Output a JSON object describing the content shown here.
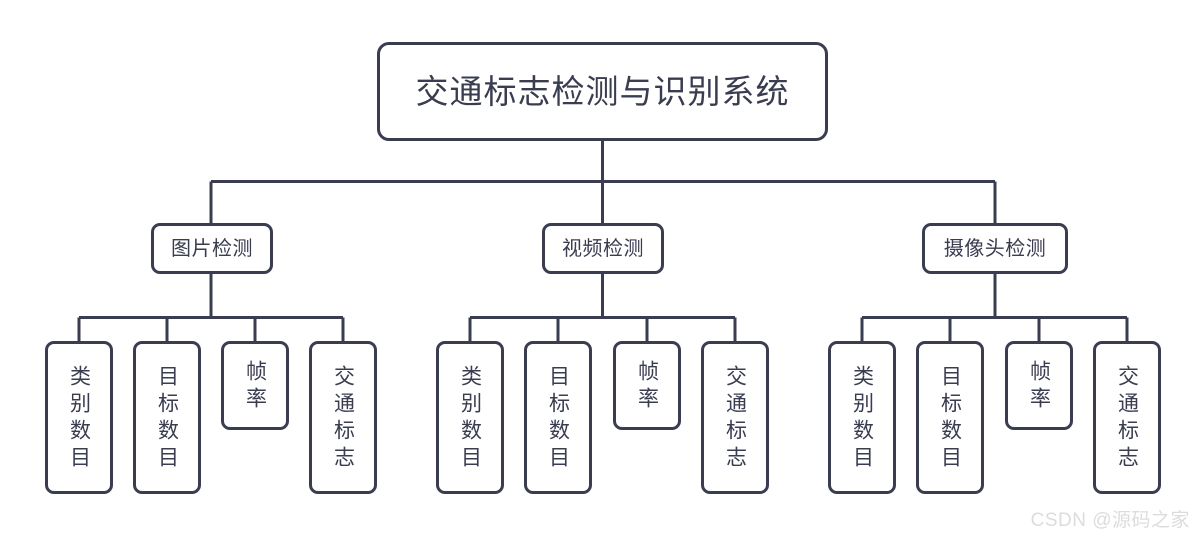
{
  "diagram": {
    "title_node": {
      "label": "交通标志检测与识别系统"
    },
    "branches": [
      {
        "id": "image-detection",
        "label": "图片检测",
        "leaves": [
          {
            "id": "category-count",
            "label": "类别数目",
            "size": "tall"
          },
          {
            "id": "target-count",
            "label": "目标数目",
            "size": "tall"
          },
          {
            "id": "frame-rate",
            "label": "帧率",
            "size": "short"
          },
          {
            "id": "traffic-sign",
            "label": "交通标志",
            "size": "tall"
          }
        ]
      },
      {
        "id": "video-detection",
        "label": "视频检测",
        "leaves": [
          {
            "id": "category-count",
            "label": "类别数目",
            "size": "tall"
          },
          {
            "id": "target-count",
            "label": "目标数目",
            "size": "tall"
          },
          {
            "id": "frame-rate",
            "label": "帧率",
            "size": "short"
          },
          {
            "id": "traffic-sign",
            "label": "交通标志",
            "size": "tall"
          }
        ]
      },
      {
        "id": "camera-detection",
        "label": "摄像头检测",
        "leaves": [
          {
            "id": "category-count",
            "label": "类别数目",
            "size": "tall"
          },
          {
            "id": "target-count",
            "label": "目标数目",
            "size": "tall"
          },
          {
            "id": "frame-rate",
            "label": "帧率",
            "size": "short"
          },
          {
            "id": "traffic-sign",
            "label": "交通标志",
            "size": "tall"
          }
        ]
      }
    ]
  },
  "watermark": {
    "text": "CSDN @源码之家"
  },
  "colors": {
    "stroke": "#3a3c50",
    "node_fill": "#ffffff",
    "background": "#ffffff",
    "watermark": "#dcdcdc"
  }
}
